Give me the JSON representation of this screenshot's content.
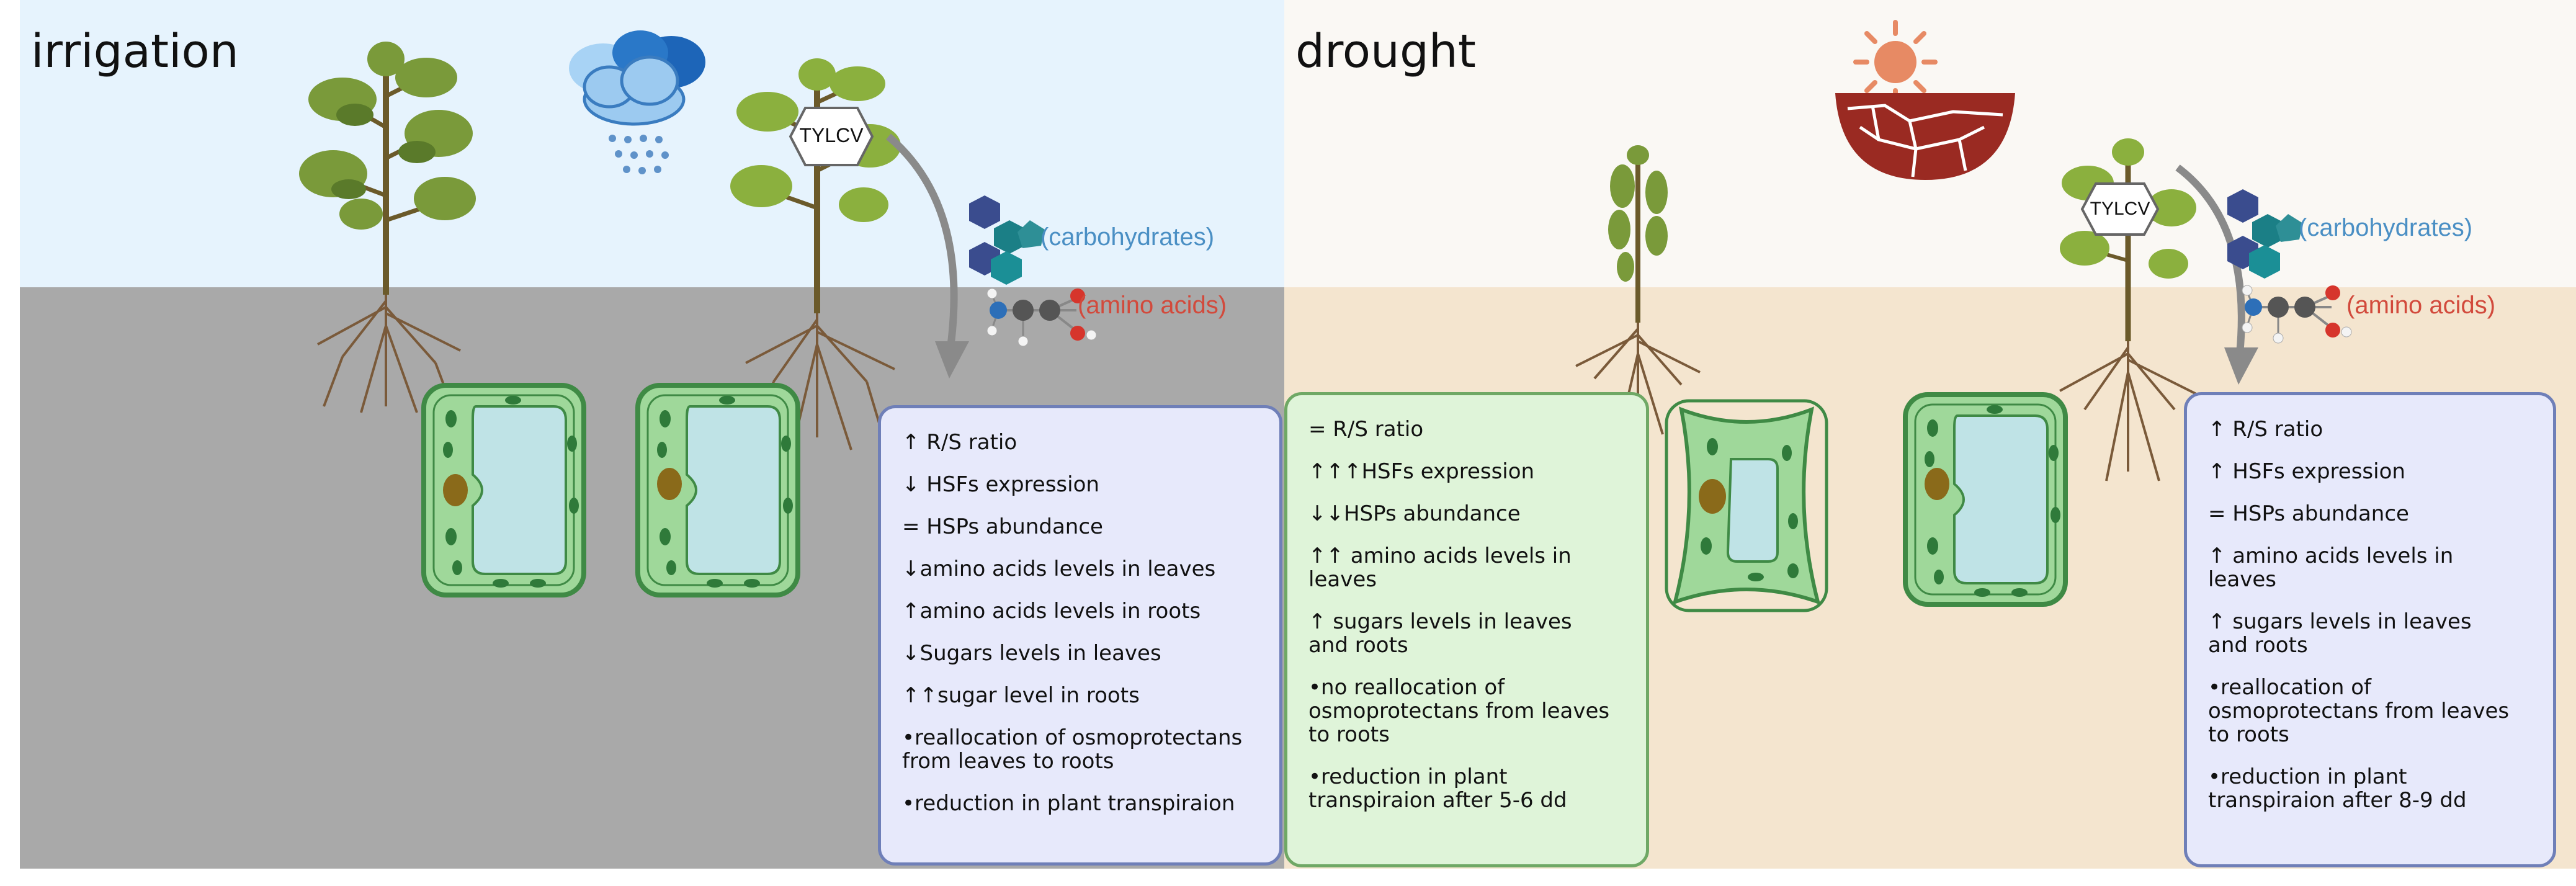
{
  "panels": {
    "irrigation": {
      "title": "irrigation",
      "virus_label": "TYLCV",
      "carbohydrates_label": "(carbohydrates)",
      "amino_acids_label": "(amino acids)",
      "effects": [
        "↑ R/S ratio",
        "↓ HSFs expression",
        "= HSPs abundance",
        "↓amino acids levels in leaves",
        "↑amino acids levels in roots",
        "↓Sugars levels in leaves",
        "↑↑sugar level in roots",
        "•reallocation of osmoprotectans\nfrom leaves to roots",
        "•reduction in plant transpiraion"
      ]
    },
    "drought": {
      "title": "drought",
      "virus_label": "TYLCV",
      "carbohydrates_label": "(carbohydrates)",
      "amino_acids_label": "(amino acids)",
      "effects_uninfected": [
        "= R/S ratio",
        "↑↑↑HSFs expression",
        "↓↓HSPs abundance",
        "↑↑ amino acids levels in\nleaves",
        "↑ sugars levels in leaves\nand roots",
        "•no reallocation of\nosmoprotectans from leaves\nto roots",
        "•reduction in plant\ntranspiraion after 5-6 dd"
      ],
      "effects_infected": [
        "↑ R/S ratio",
        "↑ HSFs expression",
        "= HSPs abundance",
        "↑ amino acids levels in\nleaves",
        "↑ sugars levels in leaves\nand roots",
        "•reallocation of\nosmoprotectans from leaves\nto roots",
        "•reduction in plant\ntranspiraion after 8-9 dd"
      ]
    }
  },
  "atom_labels": [
    "N",
    "C",
    "C",
    "O",
    "O",
    "H",
    "H",
    "H"
  ],
  "colors": {
    "irrigation_sky": "#e6f3fd",
    "irrigation_soil": "#a9a9a9",
    "drought_sky": "#faf8f4",
    "drought_soil": "#f4e5cf",
    "carbohydrates_text": "#4a8fc4",
    "amino_acids_text": "#d24a3c",
    "cell_wall": "#3f8a45",
    "cell_fill": "#9fd89a",
    "vacuole": "#bfe3e6"
  }
}
